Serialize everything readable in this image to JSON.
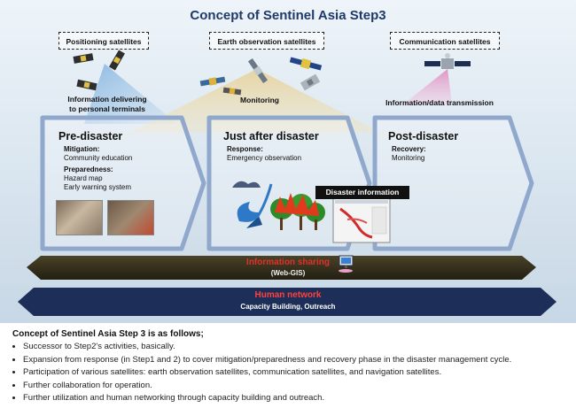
{
  "title": "Concept of Sentinel Asia Step3",
  "satellites": {
    "positioning": "Positioning satellites",
    "earth_observation": "Earth observation satellites",
    "communication": "Communication satellites"
  },
  "annotations": {
    "info_delivering": "Information delivering",
    "to_terminals": "to personal terminals",
    "monitoring": "Monitoring",
    "info_transmission": "Information/data transmission"
  },
  "phases": [
    {
      "title": "Pre-disaster",
      "items": [
        {
          "head": "Mitigation:",
          "text": "Community education"
        },
        {
          "head": "Preparedness:",
          "text": "Hazard map"
        },
        {
          "head": "",
          "text": "Early warning system"
        }
      ]
    },
    {
      "title": "Just after disaster",
      "items": [
        {
          "head": "Response:",
          "text": "Emergency observation"
        }
      ]
    },
    {
      "title": "Post-disaster",
      "items": [
        {
          "head": "Recovery:",
          "text": "Monitoring"
        }
      ]
    }
  ],
  "disaster_information": "Disaster information",
  "info_sharing": {
    "title": "Information sharing",
    "sub": "(Web-GIS)"
  },
  "human_network": {
    "title": "Human network",
    "sub": "Capacity Building, Outreach"
  },
  "lower": {
    "title": "Concept of Sentinel Asia Step 3 is as follows;",
    "bullets": [
      "Successor to Step2's activities, basically.",
      "Expansion from response (in Step1 and 2) to cover mitigation/preparedness and recovery phase in the disaster management cycle.",
      "Participation of various satellites: earth observation satellites, communication satellites, and navigation satellites.",
      "Further collaboration for operation.",
      "Further utilization and human networking through capacity building and outreach."
    ]
  },
  "colors": {
    "title": "#1f3a68",
    "phase_arrow": "#8fa8cc",
    "info_sharing_band": "#2e2a1a",
    "info_sharing_text": "#e0302a",
    "human_network_band": "#1d2f58",
    "human_network_text": "#ff4040"
  },
  "icons": [
    "satellite-icon",
    "computer-terminal-icon",
    "tsunami-icon",
    "forest-fire-icon"
  ]
}
